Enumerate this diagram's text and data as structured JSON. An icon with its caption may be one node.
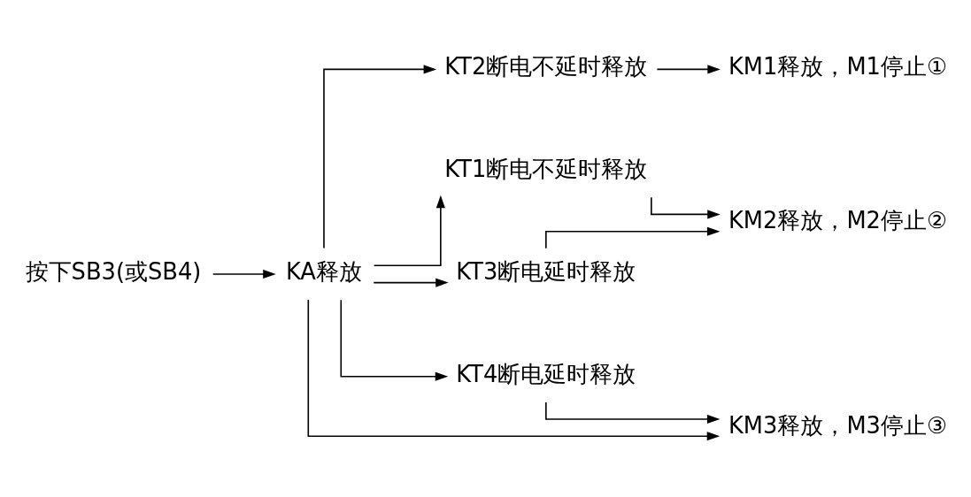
{
  "diagram": {
    "nodes": [
      {
        "text": [
          "按下SB3(或SB4)"
        ]
      },
      {
        "text": [
          "KA释放"
        ]
      },
      {
        "text": [
          "KT2断电不延时释放"
        ]
      },
      {
        "text": [
          "KM1释放，M1停止①"
        ]
      },
      {
        "text": [
          "KT1断电不延时释放"
        ]
      },
      {
        "text": [
          "KM2释放，M2停止②"
        ]
      },
      {
        "text": [
          "KT3断电延时释放"
        ]
      },
      {
        "text": [
          "KT4断电延时释放"
        ]
      },
      {
        "text": [
          "KM3释放，M3停止③"
        ]
      }
    ],
    "edges": [
      {
        "from": 0,
        "to": 1,
        "arrow": "to"
      },
      {
        "from": 1,
        "to": 2,
        "arrow": "to"
      },
      {
        "from": 1,
        "to": 4,
        "arrow": "to"
      },
      {
        "from": 1,
        "to": 6,
        "arrow": "to"
      },
      {
        "from": 1,
        "to": 7,
        "arrow": "to"
      },
      {
        "from": 1,
        "to": 8,
        "arrow": "to"
      },
      {
        "from": 2,
        "to": 3,
        "arrow": "to"
      },
      {
        "from": 4,
        "to": 5,
        "arrow": "to"
      },
      {
        "from": 6,
        "to": 5,
        "arrow": "to"
      },
      {
        "from": 7,
        "to": 8,
        "arrow": "to"
      }
    ]
  }
}
